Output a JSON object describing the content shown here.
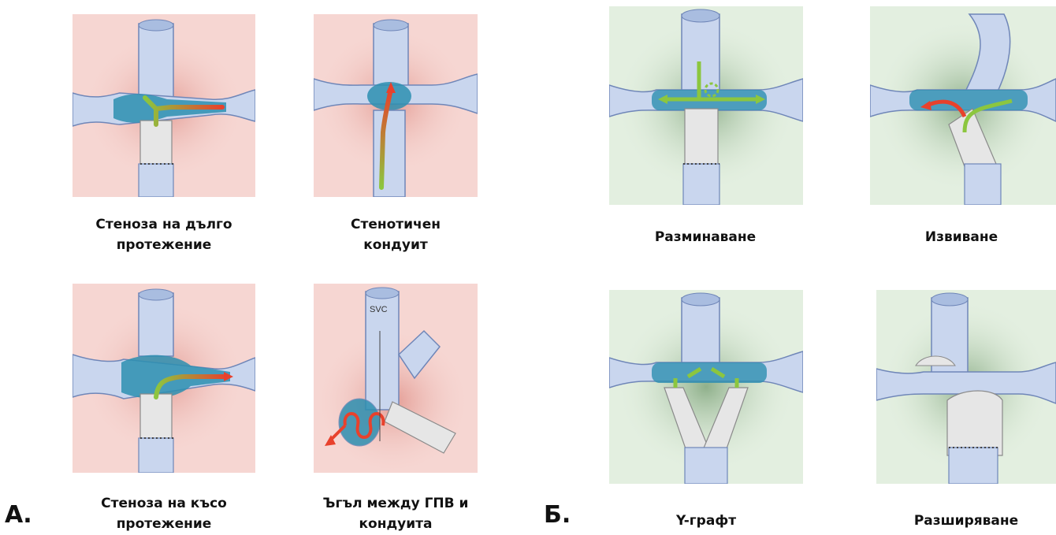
{
  "section_a": {
    "label": "А.",
    "panels": [
      {
        "id": "a1",
        "caption_lines": [
          "Стеноза на дълго",
          "протежение"
        ],
        "background": "#f6d6d2"
      },
      {
        "id": "a2",
        "caption_lines": [
          "Стенотичен",
          "кондуит"
        ],
        "background": "#f6d6d2"
      },
      {
        "id": "a3",
        "caption_lines": [
          "Стеноза на късо",
          "протежение"
        ],
        "background": "#f6d6d2"
      },
      {
        "id": "a4",
        "caption_lines": [
          "Ъгъл между ГПВ и",
          "кондуита"
        ],
        "background": "#f6d6d2",
        "vessel_label": "SVC"
      }
    ]
  },
  "section_b": {
    "label": "Б.",
    "panels": [
      {
        "id": "b1",
        "caption_lines": [
          "Разминаване"
        ],
        "background": "#e3efe0"
      },
      {
        "id": "b2",
        "caption_lines": [
          "Извиване"
        ],
        "background": "#e3efe0"
      },
      {
        "id": "b3",
        "caption_lines": [
          "Y-графт"
        ],
        "background": "#e3efe0"
      },
      {
        "id": "b4",
        "caption_lines": [
          "Разширяване"
        ],
        "background": "#e3efe0"
      }
    ]
  },
  "colors": {
    "vessel_fill": "#c9d6ee",
    "vessel_stroke": "#6f86b8",
    "lumen": "#2d8fb0",
    "graft": "#e6e6e6",
    "flow_green": "#8cc63f",
    "flow_red": "#e8412c",
    "halo_red": "#e9a49c",
    "halo_green": "#9fbf9a"
  }
}
